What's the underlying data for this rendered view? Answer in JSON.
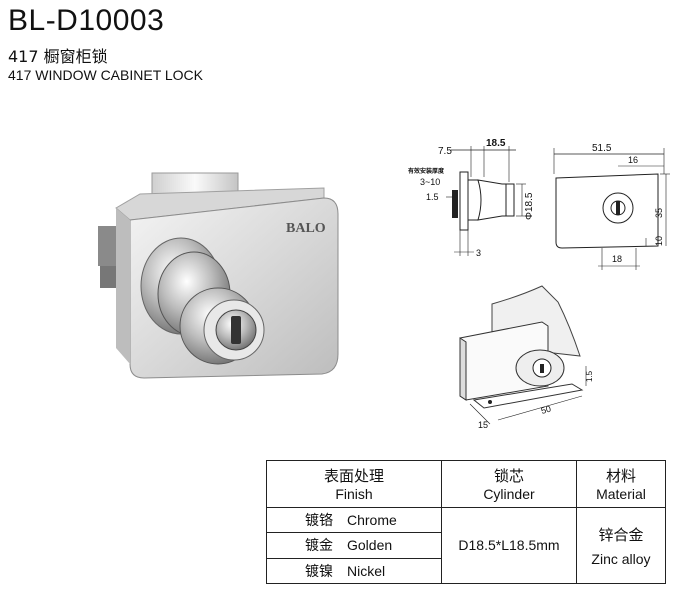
{
  "product": {
    "model": "BL-D10003",
    "name_cn": "417 橱窗柜锁",
    "name_en": "417 WINDOW CABINET LOCK"
  },
  "photo": {
    "brand_logo": "BALO"
  },
  "side_drawing": {
    "dims": {
      "top_a": "7.5",
      "top_b": "18.5",
      "note": "有效安装厚度",
      "range": "3~10",
      "small": "1.5",
      "dia": "Φ18.5",
      "bottom": "3"
    }
  },
  "front_drawing": {
    "dims": {
      "width": "51.5",
      "offset": "16",
      "height": "35",
      "low": "10",
      "bottom": "18"
    }
  },
  "iso_drawing": {
    "dims": {
      "h": "1.5",
      "length": "50",
      "depth": "15"
    }
  },
  "spec_table": {
    "headers": [
      {
        "cn": "表面处理",
        "en": "Finish"
      },
      {
        "cn": "锁芯",
        "en": "Cylinder"
      },
      {
        "cn": "材料",
        "en": "Material"
      }
    ],
    "finishes": [
      {
        "cn": "镀铬",
        "en": "Chrome"
      },
      {
        "cn": "镀金",
        "en": "Golden"
      },
      {
        "cn": "镀镍",
        "en": "Nickel"
      }
    ],
    "cylinder": "D18.5*L18.5mm",
    "material_cn": "锌合金",
    "material_en": "Zinc alloy"
  }
}
